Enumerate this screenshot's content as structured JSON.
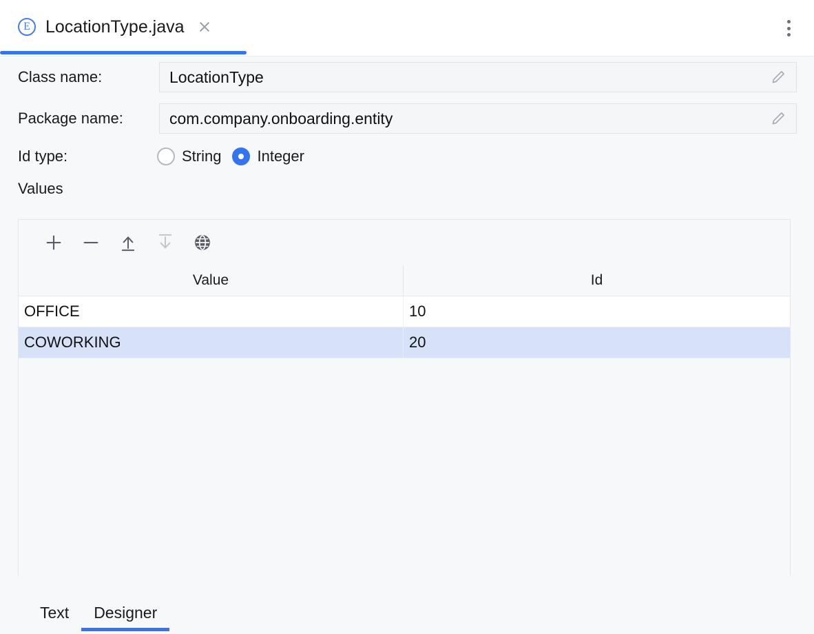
{
  "editor_tab": {
    "icon": "enum-class-icon",
    "icon_letter": "E",
    "title": "LocationType.java",
    "close_icon": "close-icon",
    "menu_icon": "more-options-icon",
    "active": true,
    "accent_color": "#3574f0"
  },
  "form": {
    "class_name": {
      "label": "Class name:",
      "value": "LocationType",
      "edit_icon": "pencil-icon"
    },
    "package_name": {
      "label": "Package name:",
      "value": "com.company.onboarding.entity",
      "edit_icon": "pencil-icon"
    },
    "id_type": {
      "label": "Id type:",
      "options": [
        {
          "label": "String",
          "selected": false
        },
        {
          "label": "Integer",
          "selected": true
        }
      ]
    },
    "values_label": "Values"
  },
  "values_panel": {
    "toolbar": [
      {
        "name": "add-button",
        "icon": "plus-icon",
        "enabled": true
      },
      {
        "name": "remove-button",
        "icon": "minus-icon",
        "enabled": true
      },
      {
        "name": "move-up-button",
        "icon": "arrow-up-icon",
        "enabled": true
      },
      {
        "name": "move-down-button",
        "icon": "arrow-down-icon",
        "enabled": false
      },
      {
        "name": "localize-button",
        "icon": "globe-icon",
        "enabled": true
      }
    ],
    "columns": [
      "Value",
      "Id"
    ],
    "rows": [
      {
        "value": "OFFICE",
        "id": "10",
        "selected": false
      },
      {
        "value": "COWORKING",
        "id": "20",
        "selected": true
      }
    ],
    "selection_color": "#d7e2f9"
  },
  "bottom_tabs": [
    {
      "label": "Text",
      "active": false
    },
    {
      "label": "Designer",
      "active": true
    }
  ]
}
